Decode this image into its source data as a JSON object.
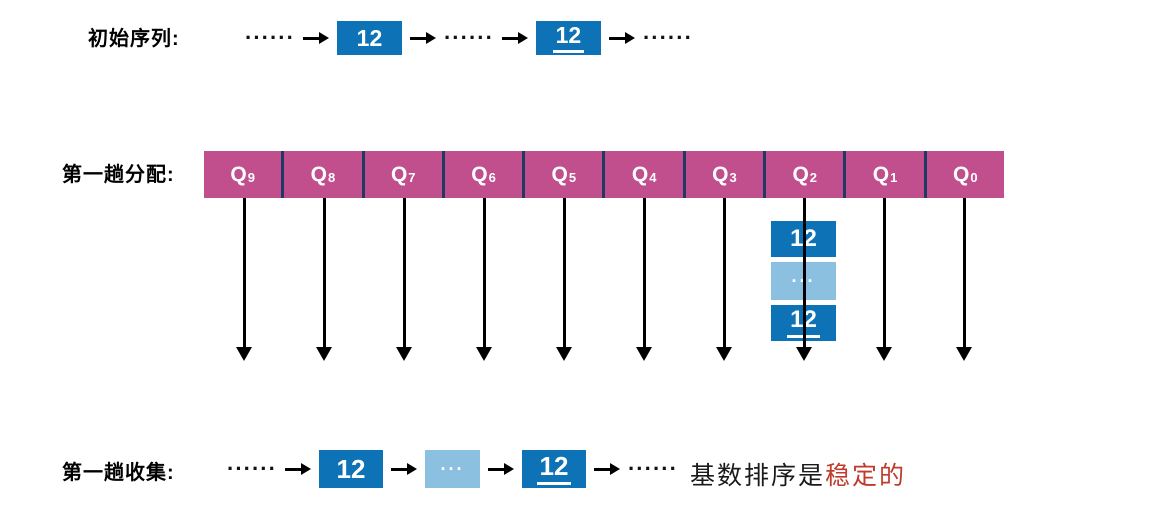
{
  "dots_text": "······",
  "colors": {
    "node_blue": "#0d72b6",
    "node_light_blue": "#8cc0e0",
    "queue_magenta": "#c14e8d",
    "queue_separator_navy": "#1f3864",
    "highlight_red": "#bf3b2b",
    "text_black": "#000000"
  },
  "initial_row": {
    "label": "初始序列:",
    "nodes": [
      {
        "type": "dots"
      },
      {
        "type": "box",
        "value": "12",
        "variant": "blue",
        "underline": false
      },
      {
        "type": "dots"
      },
      {
        "type": "box",
        "value": "12",
        "variant": "blue",
        "underline": true
      },
      {
        "type": "dots"
      }
    ]
  },
  "distribute_row": {
    "label": "第一趟分配:",
    "queues": [
      {
        "base": "Q",
        "sub": "9"
      },
      {
        "base": "Q",
        "sub": "8"
      },
      {
        "base": "Q",
        "sub": "7"
      },
      {
        "base": "Q",
        "sub": "6"
      },
      {
        "base": "Q",
        "sub": "5"
      },
      {
        "base": "Q",
        "sub": "4"
      },
      {
        "base": "Q",
        "sub": "3"
      },
      {
        "base": "Q",
        "sub": "2"
      },
      {
        "base": "Q",
        "sub": "1"
      },
      {
        "base": "Q",
        "sub": "0"
      }
    ],
    "bucket_stack": {
      "under_queue": "Q2",
      "items": [
        {
          "value": "12",
          "variant": "blue",
          "underline": false
        },
        {
          "value": "···",
          "variant": "light",
          "underline": false
        },
        {
          "value": "12",
          "variant": "blue",
          "underline": true
        }
      ]
    }
  },
  "collect_row": {
    "label": "第一趟收集:",
    "nodes": [
      {
        "type": "dots"
      },
      {
        "type": "box",
        "value": "12",
        "variant": "blue",
        "underline": false
      },
      {
        "type": "box",
        "value": "···",
        "variant": "light",
        "underline": false
      },
      {
        "type": "box",
        "value": "12",
        "variant": "blue",
        "underline": true
      },
      {
        "type": "dots"
      }
    ],
    "note": {
      "prefix": "基数排序是",
      "highlight": "稳定的"
    }
  }
}
